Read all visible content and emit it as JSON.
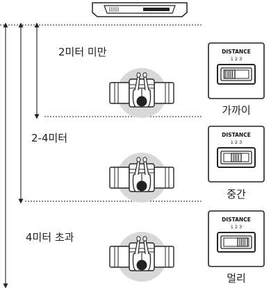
{
  "zones": [
    {
      "label": "2미터 미만"
    },
    {
      "label": "2-4미터"
    },
    {
      "label": "4미터 초과"
    }
  ],
  "distance_switch": {
    "title": "DISTANCE",
    "numbers": "1 2 3"
  },
  "settings": [
    {
      "label": "가까이",
      "position": 1
    },
    {
      "label": "중간",
      "position": 2
    },
    {
      "label": "멀리",
      "position": 3
    }
  ]
}
